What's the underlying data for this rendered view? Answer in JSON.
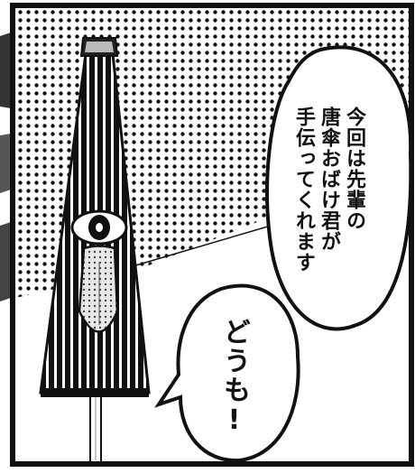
{
  "panel": {
    "description_colors": {
      "ink": "#111111",
      "paper": "#ffffff",
      "skin": "#e9e9e9"
    },
    "icons": [
      "umbrella-yokai",
      "eye-icon",
      "tongue-icon"
    ]
  },
  "speech_bubbles": [
    {
      "lines": [
        "今回は先輩の",
        "唐傘おばけ君が",
        "手伝ってくれます"
      ]
    },
    {
      "lines": [
        "どうも!"
      ]
    }
  ]
}
